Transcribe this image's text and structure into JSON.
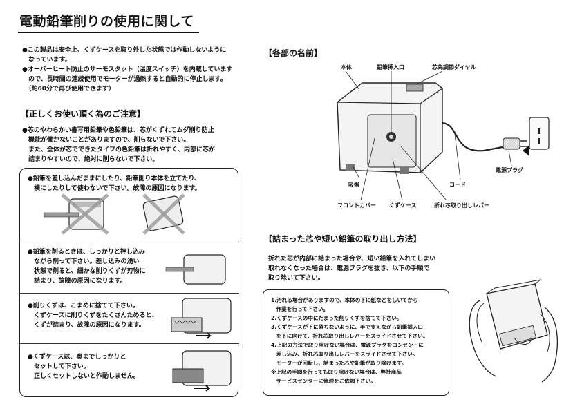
{
  "page_title": "電動鉛筆削りの使用に関して",
  "intro": [
    "●この製品は安全上、くずケースを取り外した状態では作動しないように",
    "　なっています。",
    "●オーバーヒート防止のサーモスタット（温度スイッチ）を内蔵しています",
    "　ので、長時間の連続使用でモーターが過熱すると自動的に停止します。",
    "　（約60分で再び使用できます）"
  ],
  "caution": {
    "heading": "【正しくお使い頂く為のご注意】",
    "lines": [
      "●芯のやわらかい書写用鉛筆や色鉛筆は、芯がくずれてムダ削り防止",
      "　機能が働かないことがありますので、削らないで下さい。",
      "　また、全体が芯でできたタイプの色鉛筆は折れやすく、内部に芯が",
      "　詰まりやすいので、絶対に削らないで下さい。"
    ],
    "items": [
      {
        "lines": [
          "●鉛筆を差し込んだままにしたり、鉛筆削り本体を立てたり、",
          "　横にしたりして使わないで下さい。故障の原因になります。"
        ]
      },
      {
        "lines": [
          "●鉛筆を削るときは、しっかりと押し込み",
          "　ながら削って下さい。差し込みの浅い",
          "　状態で削ると、細かな削りくずが刃物に",
          "　詰まり、故障の原因になります。"
        ]
      },
      {
        "lines": [
          "●削りくずは、こまめに捨てて下さい。",
          "　くずケースに削りくずをたくさんためると、",
          "　くずが詰まり、故障の原因になります。"
        ]
      },
      {
        "lines": [
          "●くずケースは、奥までしっかりと",
          "　セットして下さい。",
          "　正しくセットしないと作動しません。"
        ]
      }
    ]
  },
  "parts": {
    "heading": "【各部の名前】",
    "labels": {
      "body": "本体",
      "pencil_inlet": "鉛筆挿入口",
      "tip_dial": "芯先調節ダイヤル",
      "plug": "電源プラグ",
      "cord": "コード",
      "suction": "吸盤",
      "front_cover": "フロントカバー",
      "waste_case": "くずケース",
      "lever": "折れ芯取り出しレバー"
    }
  },
  "jam": {
    "heading": "【詰まった芯や短い鉛筆の取り出し方法】",
    "intro": [
      "折れた芯が内部に詰まった場合や、短い鉛筆を入れてしまい",
      "取れなくなった場合は、電源プラグを抜き、以下の手順で",
      "取り除いて下さい。"
    ],
    "steps": [
      "1.汚れる場合がありますので、本体の下に紙などをしいてから",
      "　作業を行って下さい。",
      "2.くずケースの中にたまった削りくずを捨てて下さい。",
      "3.くずケースが下に落ちないように、手で支えながら鉛筆挿入口",
      "　を下に向けて、折れ芯取り出しレバーをスライドさせて下さい。",
      "4.上記の方法で取り除けない場合は、電源プラグをコンセントに",
      "　差し込み、折れ芯取り出しレバーをスライドさせて下さい。",
      "　モーターが回転し、詰まった芯や鉛筆が取り除けます。",
      "※上記の手順を行っても取り除けない場合は、弊社商品",
      "　サービスセンターに修理をご依頼下さい。"
    ]
  }
}
